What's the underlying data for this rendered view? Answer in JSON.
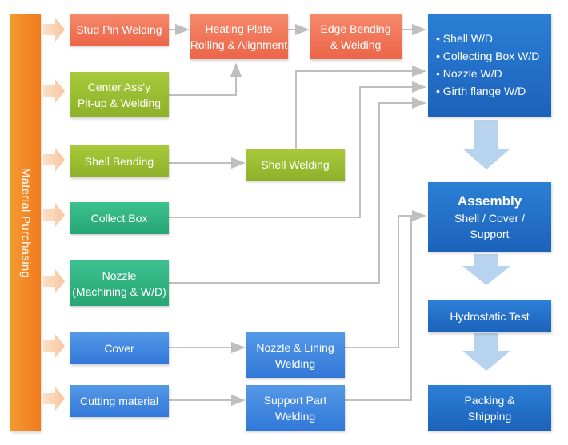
{
  "sidebar": {
    "label": "Material Purchasing"
  },
  "nodes": {
    "stud_pin": [
      "Stud Pin Welding"
    ],
    "heating_plate": [
      "Heating Plate",
      "Rolling & Alignment"
    ],
    "edge_bending": [
      "Edge Bending",
      "& Welding"
    ],
    "center_ass": [
      "Center Ass’y",
      "Pit-up & Welding"
    ],
    "shell_bending": [
      "Shell Bending"
    ],
    "shell_welding": [
      "Shell Welding"
    ],
    "collect_box": [
      "Collect Box"
    ],
    "nozzle": [
      "Nozzle",
      "(Machining & W/D)"
    ],
    "cover": [
      "Cover"
    ],
    "nozzle_lining": [
      "Nozzle & Lining",
      "Welding"
    ],
    "cutting": [
      "Cutting material"
    ],
    "support_part": [
      "Support Part",
      "Welding"
    ],
    "hydrostatic": [
      "Hydrostatic Test"
    ],
    "packing": [
      "Packing &",
      "Shipping"
    ]
  },
  "welding_list": {
    "items": [
      "• Shell W/D",
      "• Collecting Box W/D",
      "• Nozzle W/D",
      "• Girth flange W/D"
    ]
  },
  "assembly": {
    "title": "Assembly",
    "lines": [
      "Shell / Cover /",
      "Support"
    ]
  },
  "colors": {
    "orange": "#ec6548",
    "green": "#8fb12a",
    "teal": "#27a575",
    "light_blue": "#3278d8",
    "dark_blue": "#1c62bb",
    "purchasing": "#f27a1b",
    "connector": "#bfbfbf",
    "big_arrow": "#b8d3ee"
  }
}
